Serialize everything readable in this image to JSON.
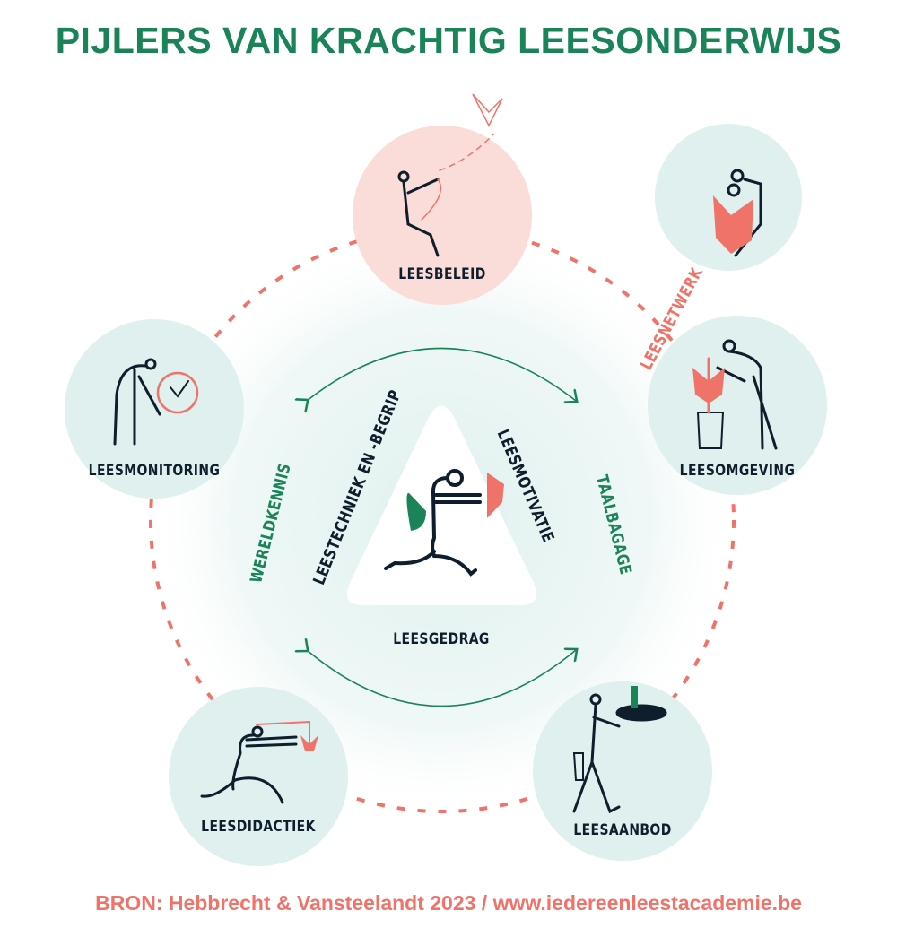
{
  "title": "PIJLERS VAN KRACHTIG LEESONDERWIJS",
  "pillars": {
    "leesbeleid": "LEESBELEID",
    "leesnetwerk": "LEESNETWERK",
    "leesomgeving": "LEESOMGEVING",
    "leesaanbod": "LEESAANBOD",
    "leesdidactiek": "LEESDIDACTIEK",
    "leesmonitoring": "LEESMONITORING"
  },
  "center": {
    "left": "LEESTECHNIEK EN -BEGRIP",
    "right": "LEESMOTIVATIE",
    "bottom": "LEESGEDRAG"
  },
  "outer": {
    "left": "WERELDKENNIS",
    "right": "TAALBAGAGE"
  },
  "footer": "BRON: Hebbrecht & Vansteelandt 2023 / www.iedereenleestacademie.be",
  "colors": {
    "green": "#1a8458",
    "coral": "#f0736a",
    "circle": "#dff0ee",
    "pink": "#fadcd9",
    "ink": "#0f1e2c"
  }
}
